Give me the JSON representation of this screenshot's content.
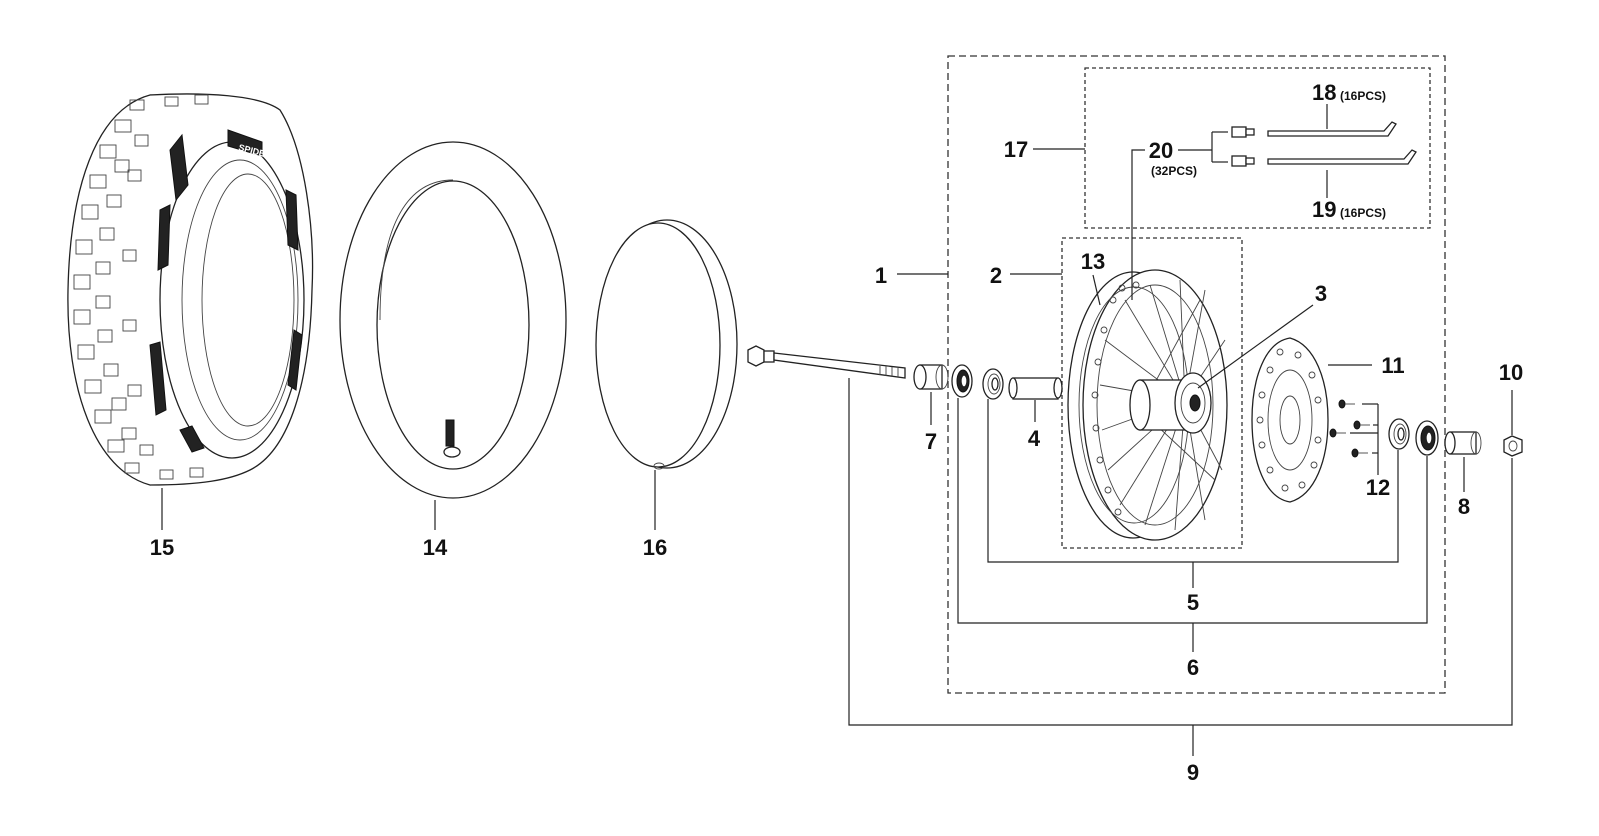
{
  "diagram": {
    "callouts": [
      {
        "id": "1",
        "label": "1"
      },
      {
        "id": "2",
        "label": "2"
      },
      {
        "id": "3",
        "label": "3"
      },
      {
        "id": "4",
        "label": "4"
      },
      {
        "id": "5",
        "label": "5"
      },
      {
        "id": "6",
        "label": "6"
      },
      {
        "id": "7",
        "label": "7"
      },
      {
        "id": "8",
        "label": "8"
      },
      {
        "id": "9",
        "label": "9"
      },
      {
        "id": "10",
        "label": "10"
      },
      {
        "id": "11",
        "label": "11"
      },
      {
        "id": "12",
        "label": "12"
      },
      {
        "id": "13",
        "label": "13"
      },
      {
        "id": "14",
        "label": "14"
      },
      {
        "id": "15",
        "label": "15"
      },
      {
        "id": "16",
        "label": "16"
      },
      {
        "id": "17",
        "label": "17"
      },
      {
        "id": "18",
        "label": "18",
        "qty": "(16PCS)"
      },
      {
        "id": "19",
        "label": "19",
        "qty": "(16PCS)"
      },
      {
        "id": "20",
        "label": "20",
        "qty": "(32PCS)"
      }
    ],
    "tire_sidewall_text": "SPIDER"
  }
}
